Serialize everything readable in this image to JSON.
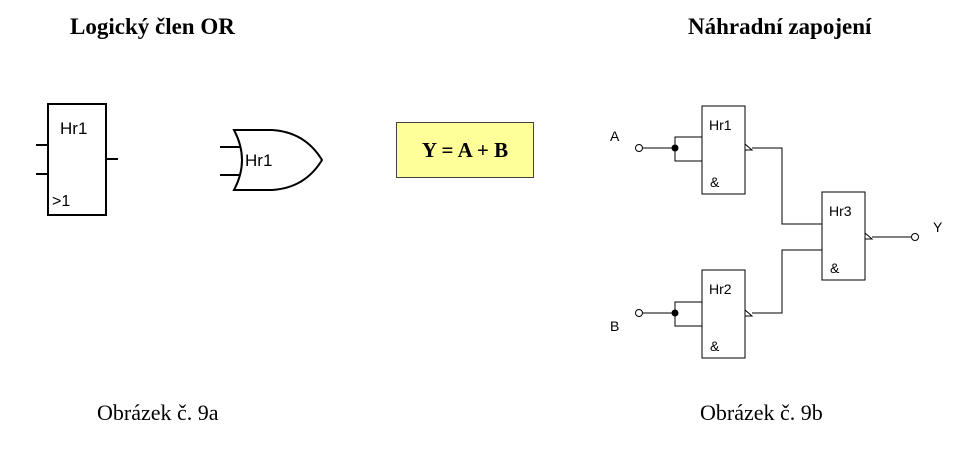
{
  "titles": {
    "left": "Logický člen OR",
    "right": "Náhradní zapojení"
  },
  "captions": {
    "left": "Obrázek č. 9a",
    "right": "Obrázek č. 9b"
  },
  "formula": "Y = A + B",
  "or_block": {
    "name": "Hr1",
    "symbol": ">1"
  },
  "or_gate": {
    "name": "Hr1"
  },
  "circuit": {
    "gates": [
      {
        "name": "Hr1",
        "symbol": "&"
      },
      {
        "name": "Hr2",
        "symbol": "&"
      },
      {
        "name": "Hr3",
        "symbol": "&"
      }
    ],
    "inputs": [
      "A",
      "B"
    ],
    "output": "Y"
  },
  "colors": {
    "formula_bg": "#ffff99",
    "line": "#000000"
  }
}
